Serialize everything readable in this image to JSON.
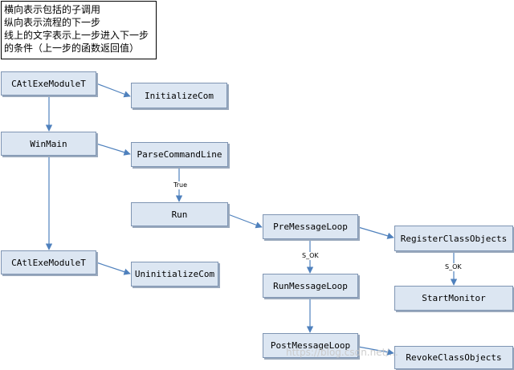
{
  "legend": {
    "lines": [
      "横向表示包括的子调用",
      "纵向表示流程的下一步",
      "线上的文字表示上一步进入下一步",
      "的条件（上一步的函数返回值）"
    ]
  },
  "nodes": {
    "catl_top": "CAtlExeModuleT",
    "initialize_com": "InitializeCom",
    "winmain": "WinMain",
    "parse_command_line": "ParseCommandLine",
    "run": "Run",
    "pre_message_loop": "PreMessageLoop",
    "register_class_objects": "RegisterClassObjects",
    "catl_bottom": "CAtlExeModuleT",
    "uninitialize_com": "UninitializeCom",
    "run_message_loop": "RunMessageLoop",
    "start_monitor": "StartMonitor",
    "post_message_loop": "PostMessageLoop",
    "revoke_class_objects": "RevokeClassObjects"
  },
  "edge_labels": {
    "true_label": "True",
    "s_ok_1": "S_OK",
    "s_ok_2": "S_OK"
  },
  "colors": {
    "node_fill": "#dce6f2",
    "node_border": "#7f95b3",
    "arrow": "#4f81bd"
  },
  "watermark": "https://blog.csdn.net/..."
}
